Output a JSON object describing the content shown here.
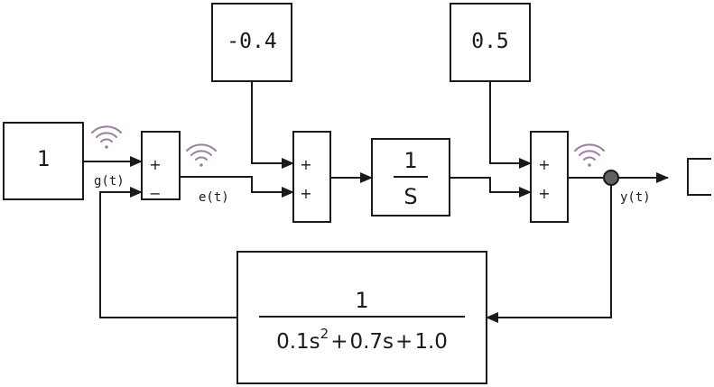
{
  "blocks": {
    "source_const": "1",
    "const_a": "-0.4",
    "const_b": "0.5",
    "integrator_num": "1",
    "integrator_den": "S",
    "feedback_num": "1",
    "feedback_den": {
      "c2": "0.1s",
      "exp": "2",
      "p1": "+",
      "c1": "0.7s",
      "p2": "+",
      "c0": "1.0"
    }
  },
  "sums": {
    "sum1": {
      "top": "+",
      "bottom": "−"
    },
    "sum2": {
      "top": "+",
      "bottom": "+"
    },
    "sum3": {
      "top": "+",
      "bottom": "+"
    }
  },
  "signals": {
    "g": "g(t)",
    "e": "e(t)",
    "y": "y(t)"
  },
  "colors": {
    "line": "#1a1a1a",
    "block_border": "#1a1a1a",
    "wifi_icon": "#9c7fa0",
    "junction": "#606060"
  }
}
